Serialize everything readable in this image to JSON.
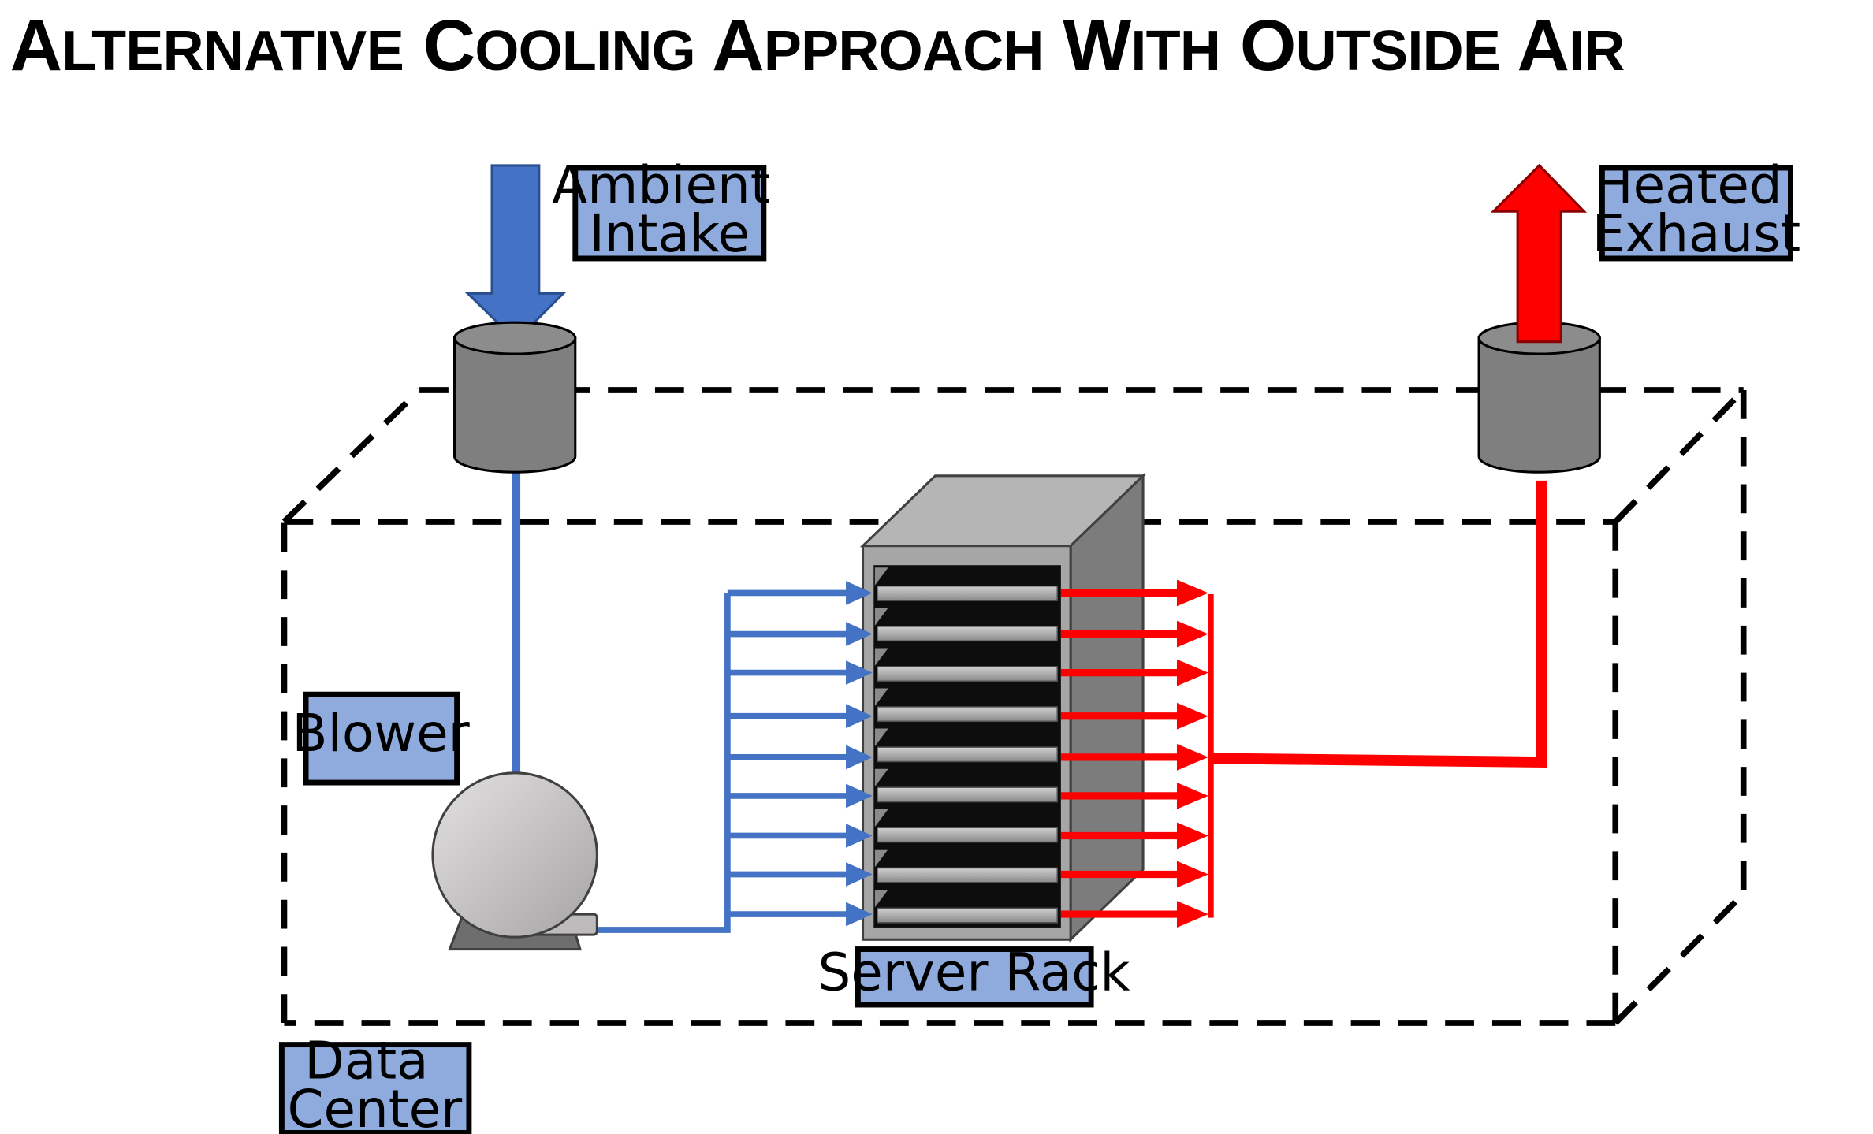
{
  "title": "Alternative Cooling Approach With Outside Air",
  "labels": {
    "ambient_intake": [
      "Ambient",
      "Intake"
    ],
    "heated_exhaust": [
      "Heated",
      "Exhaust"
    ],
    "blower": [
      "Blower"
    ],
    "server_rack": [
      "Server Rack"
    ],
    "data_center": [
      "Data",
      "Center"
    ]
  },
  "colors": {
    "cool_air": "#4472c4",
    "hot_air": "#ff0000",
    "label_fill": "#8faadc",
    "duct_gray": "#7f7f7f",
    "rack_gray": "#a6a6a6"
  },
  "icons": {
    "intake_vent": "cylinder-vent",
    "exhaust_vent": "cylinder-vent",
    "blower": "centrifugal-blower",
    "server_rack": "server-rack"
  },
  "rack_server_count": 9
}
